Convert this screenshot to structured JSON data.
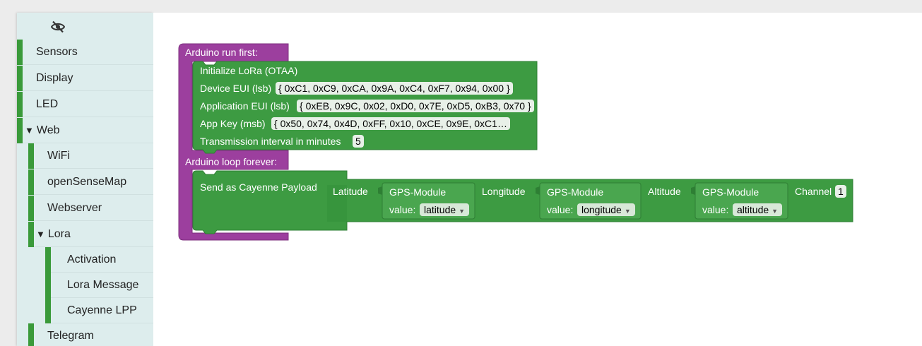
{
  "sidebar": {
    "hide_icon": "eye-slash-icon",
    "items": [
      {
        "label": "Sensors"
      },
      {
        "label": "Display"
      },
      {
        "label": "LED"
      },
      {
        "label": "Web",
        "expanded": "▼"
      },
      {
        "label": "WiFi"
      },
      {
        "label": "openSenseMap"
      },
      {
        "label": "Webserver"
      },
      {
        "label": "Lora",
        "expanded": "▼"
      },
      {
        "label": "Activation"
      },
      {
        "label": "Lora Message"
      },
      {
        "label": "Cayenne LPP"
      },
      {
        "label": "Telegram"
      }
    ]
  },
  "colors": {
    "procedure": "#9c3f9e",
    "lora": "#3d9b42",
    "category_bar": "#3a9a3a",
    "sidebar_bg": "#ddeded"
  },
  "setup_block": {
    "title": "Arduino run first:",
    "lora_init": {
      "title": "Initialize LoRa (OTAA)",
      "device_eui_label": "Device EUI (lsb)",
      "device_eui_value": "{ 0xC1, 0xC9, 0xCA, 0x9A, 0xC4, 0xF7, 0x94, 0x00 }",
      "app_eui_label": "Application EUI (lsb)",
      "app_eui_value": "{ 0xEB, 0x9C, 0x02, 0xD0, 0x7E, 0xD5, 0xB3, 0x70 }",
      "app_key_label": "App Key (msb)",
      "app_key_value": "{ 0x50, 0x74, 0x4D, 0xFF, 0x10, 0xCE, 0x9E, 0xC1…",
      "interval_label": "Transmission interval in minutes",
      "interval_value": "5"
    }
  },
  "loop_block": {
    "title": "Arduino loop forever:",
    "cayenne": {
      "title": "Send as Cayenne Payload",
      "latitude_label": "Latitude",
      "longitude_label": "Longitude",
      "altitude_label": "Altitude",
      "channel_label": "Channel",
      "channel_value": "1",
      "gps_blocks": [
        {
          "title": "GPS-Module",
          "value_label": "value:",
          "value": "latitude"
        },
        {
          "title": "GPS-Module",
          "value_label": "value:",
          "value": "longitude"
        },
        {
          "title": "GPS-Module",
          "value_label": "value:",
          "value": "altitude"
        }
      ]
    }
  }
}
